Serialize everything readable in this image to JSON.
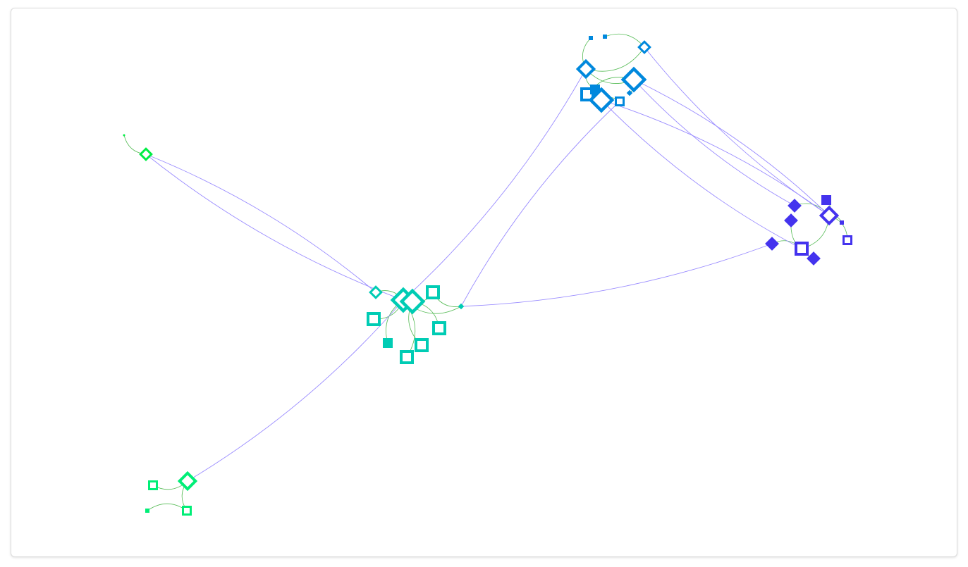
{
  "graph": {
    "colors": {
      "cluster_teal": "#00ccb4",
      "cluster_blue": "#0088dd",
      "cluster_indigo": "#4433ee",
      "cluster_green": "#00ee77",
      "cluster_lime": "#00ee44",
      "edge_intra": "#55bb55",
      "edge_inter": "#9a8cff"
    },
    "nodes": [
      {
        "id": "t1",
        "cluster": "teal",
        "shape": "diamond",
        "style": "hollow",
        "size": "large"
      },
      {
        "id": "t2",
        "cluster": "teal",
        "shape": "diamond",
        "style": "hollow",
        "size": "large"
      },
      {
        "id": "t3",
        "cluster": "teal",
        "shape": "square",
        "style": "hollow",
        "size": "medium"
      },
      {
        "id": "t4",
        "cluster": "teal",
        "shape": "square",
        "style": "hollow",
        "size": "medium"
      },
      {
        "id": "t5",
        "cluster": "teal",
        "shape": "square",
        "style": "hollow",
        "size": "medium"
      },
      {
        "id": "t6",
        "cluster": "teal",
        "shape": "square",
        "style": "hollow",
        "size": "medium"
      },
      {
        "id": "t7",
        "cluster": "teal",
        "shape": "square",
        "style": "hollow",
        "size": "medium"
      },
      {
        "id": "t8",
        "cluster": "teal",
        "shape": "square",
        "style": "filled",
        "size": "small"
      },
      {
        "id": "t9",
        "cluster": "teal",
        "shape": "diamond",
        "style": "hollow",
        "size": "small"
      },
      {
        "id": "t10",
        "cluster": "teal",
        "shape": "diamond",
        "style": "filled",
        "size": "tiny"
      },
      {
        "id": "b1",
        "cluster": "blue",
        "shape": "diamond",
        "style": "hollow",
        "size": "medium"
      },
      {
        "id": "b2",
        "cluster": "blue",
        "shape": "diamond",
        "style": "hollow",
        "size": "small"
      },
      {
        "id": "b3",
        "cluster": "blue",
        "shape": "diamond",
        "style": "hollow",
        "size": "large"
      },
      {
        "id": "b4",
        "cluster": "blue",
        "shape": "square",
        "style": "hollow",
        "size": "medium"
      },
      {
        "id": "b5",
        "cluster": "blue",
        "shape": "square",
        "style": "filled",
        "size": "small"
      },
      {
        "id": "b6",
        "cluster": "blue",
        "shape": "diamond",
        "style": "hollow",
        "size": "large"
      },
      {
        "id": "b7",
        "cluster": "blue",
        "shape": "square",
        "style": "hollow",
        "size": "small"
      },
      {
        "id": "b8",
        "cluster": "blue",
        "shape": "square",
        "style": "filled",
        "size": "tiny"
      },
      {
        "id": "b9",
        "cluster": "blue",
        "shape": "square",
        "style": "filled",
        "size": "tiny"
      },
      {
        "id": "b10",
        "cluster": "blue",
        "shape": "diamond",
        "style": "filled",
        "size": "tiny"
      },
      {
        "id": "i1",
        "cluster": "indigo",
        "shape": "diamond",
        "style": "hollow",
        "size": "medium"
      },
      {
        "id": "i2",
        "cluster": "indigo",
        "shape": "square",
        "style": "hollow",
        "size": "medium"
      },
      {
        "id": "i3",
        "cluster": "indigo",
        "shape": "diamond",
        "style": "filled",
        "size": "small"
      },
      {
        "id": "i4",
        "cluster": "indigo",
        "shape": "diamond",
        "style": "filled",
        "size": "small"
      },
      {
        "id": "i5",
        "cluster": "indigo",
        "shape": "diamond",
        "style": "filled",
        "size": "small"
      },
      {
        "id": "i6",
        "cluster": "indigo",
        "shape": "diamond",
        "style": "filled",
        "size": "small"
      },
      {
        "id": "i7",
        "cluster": "indigo",
        "shape": "square",
        "style": "filled",
        "size": "small"
      },
      {
        "id": "i8",
        "cluster": "indigo",
        "shape": "square",
        "style": "hollow",
        "size": "small"
      },
      {
        "id": "i9",
        "cluster": "indigo",
        "shape": "square",
        "style": "filled",
        "size": "tiny"
      },
      {
        "id": "g1",
        "cluster": "green",
        "shape": "diamond",
        "style": "hollow",
        "size": "medium"
      },
      {
        "id": "g2",
        "cluster": "green",
        "shape": "square",
        "style": "hollow",
        "size": "small"
      },
      {
        "id": "g3",
        "cluster": "green",
        "shape": "square",
        "style": "hollow",
        "size": "small"
      },
      {
        "id": "g4",
        "cluster": "green",
        "shape": "square",
        "style": "filled",
        "size": "tiny"
      },
      {
        "id": "l1",
        "cluster": "lime",
        "shape": "diamond",
        "style": "hollow",
        "size": "small"
      },
      {
        "id": "l2",
        "cluster": "lime",
        "shape": "dot",
        "style": "filled",
        "size": "tiny"
      }
    ],
    "edges": [
      {
        "from": "t1",
        "to": "t10",
        "kind": "intra"
      },
      {
        "from": "t1",
        "to": "t3",
        "kind": "intra"
      },
      {
        "from": "t1",
        "to": "t8",
        "kind": "intra"
      },
      {
        "from": "t1",
        "to": "t7",
        "kind": "intra"
      },
      {
        "from": "t2",
        "to": "t6",
        "kind": "intra"
      },
      {
        "from": "t2",
        "to": "t5",
        "kind": "intra"
      },
      {
        "from": "t2",
        "to": "t4",
        "kind": "intra"
      },
      {
        "from": "t9",
        "to": "t1",
        "kind": "intra"
      },
      {
        "from": "t4",
        "to": "t10",
        "kind": "intra"
      },
      {
        "from": "b1",
        "to": "b8",
        "kind": "intra"
      },
      {
        "from": "b1",
        "to": "b3",
        "kind": "intra"
      },
      {
        "from": "b2",
        "to": "b1",
        "kind": "intra"
      },
      {
        "from": "b2",
        "to": "b9",
        "kind": "intra"
      },
      {
        "from": "b3",
        "to": "b10",
        "kind": "intra"
      },
      {
        "from": "b3",
        "to": "b4",
        "kind": "intra"
      },
      {
        "from": "b6",
        "to": "b7",
        "kind": "intra"
      },
      {
        "from": "b1",
        "to": "b5",
        "kind": "intra"
      },
      {
        "from": "i1",
        "to": "i2",
        "kind": "intra"
      },
      {
        "from": "i1",
        "to": "i7",
        "kind": "intra"
      },
      {
        "from": "i1",
        "to": "i9",
        "kind": "intra"
      },
      {
        "from": "i1",
        "to": "i3",
        "kind": "intra"
      },
      {
        "from": "i5",
        "to": "i2",
        "kind": "intra"
      },
      {
        "from": "i4",
        "to": "i6",
        "kind": "intra"
      },
      {
        "from": "i1",
        "to": "i8",
        "kind": "intra"
      },
      {
        "from": "g1",
        "to": "g2",
        "kind": "intra"
      },
      {
        "from": "g1",
        "to": "g3",
        "kind": "intra"
      },
      {
        "from": "g2",
        "to": "g4",
        "kind": "intra"
      },
      {
        "from": "l1",
        "to": "l2",
        "kind": "intra"
      },
      {
        "from": "t9",
        "to": "l1",
        "kind": "inter"
      },
      {
        "from": "t1",
        "to": "l1",
        "kind": "inter"
      },
      {
        "from": "t1",
        "to": "b1",
        "kind": "inter"
      },
      {
        "from": "t10",
        "to": "b7",
        "kind": "inter"
      },
      {
        "from": "t10",
        "to": "i5",
        "kind": "inter"
      },
      {
        "from": "t1",
        "to": "g1",
        "kind": "inter"
      },
      {
        "from": "b2",
        "to": "i1",
        "kind": "inter"
      },
      {
        "from": "b3",
        "to": "i1",
        "kind": "inter"
      },
      {
        "from": "b3",
        "to": "i3",
        "kind": "inter"
      },
      {
        "from": "b6",
        "to": "i1",
        "kind": "inter"
      },
      {
        "from": "b6",
        "to": "i2",
        "kind": "inter"
      }
    ]
  }
}
